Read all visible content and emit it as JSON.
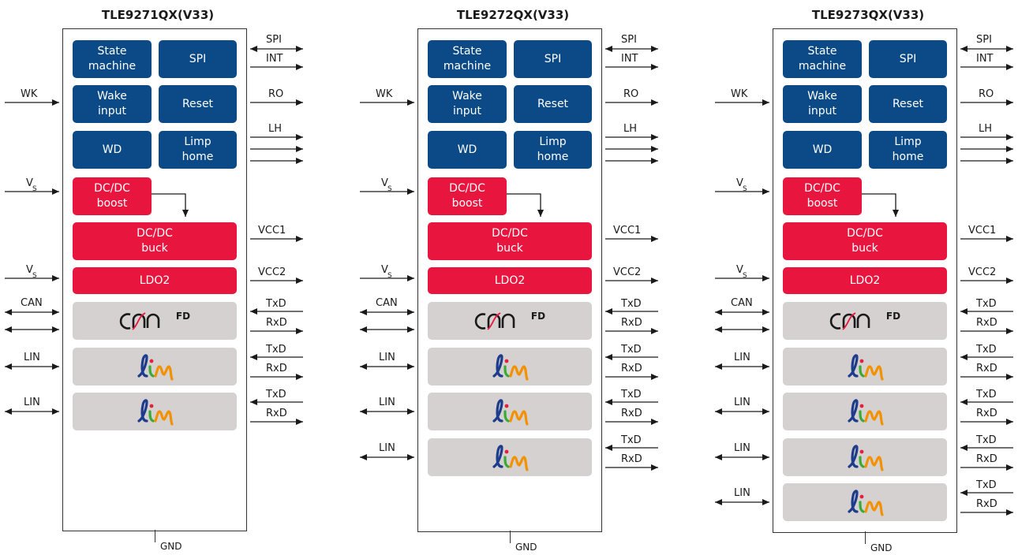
{
  "chips": [
    {
      "title": "TLE9271QX(V33)",
      "lin_count": 2
    },
    {
      "title": "TLE9272QX(V33)",
      "lin_count": 3
    },
    {
      "title": "TLE9273QX(V33)",
      "lin_count": 4
    }
  ],
  "blocks": {
    "state_machine": "State\nmachine",
    "spi": "SPI",
    "wake_input": "Wake\ninput",
    "reset": "Reset",
    "wd": "WD",
    "limp_home": "Limp\nhome",
    "dcdc_boost": "DC/DC\nboost",
    "dcdc_buck": "DC/DC\nbuck",
    "ldo2": "LDO2",
    "can_logo": "CAN",
    "can_fd": "FD",
    "lin_logo": "lin"
  },
  "signals": {
    "spi": "SPI",
    "int": "INT",
    "ro": "RO",
    "lh": "LH",
    "vcc1": "VCC1",
    "vcc2": "VCC2",
    "txd": "TxD",
    "rxd": "RxD",
    "wk": "WK",
    "vs": "V",
    "vs_sub": "S",
    "can": "CAN",
    "lin": "LIN",
    "gnd": "GND"
  },
  "colors": {
    "blue": "#0b4a86",
    "red": "#e8163e",
    "grey": "#d5d1d1",
    "lin_blue": "#1e3c8c",
    "lin_green": "#3aaa35",
    "lin_red": "#e5203a",
    "lin_orange": "#f39200",
    "can_red": "#e8163e"
  },
  "icons": [
    "arrow-right-icon",
    "arrow-bidirectional-icon",
    "can-fd-logo",
    "lin-logo"
  ]
}
